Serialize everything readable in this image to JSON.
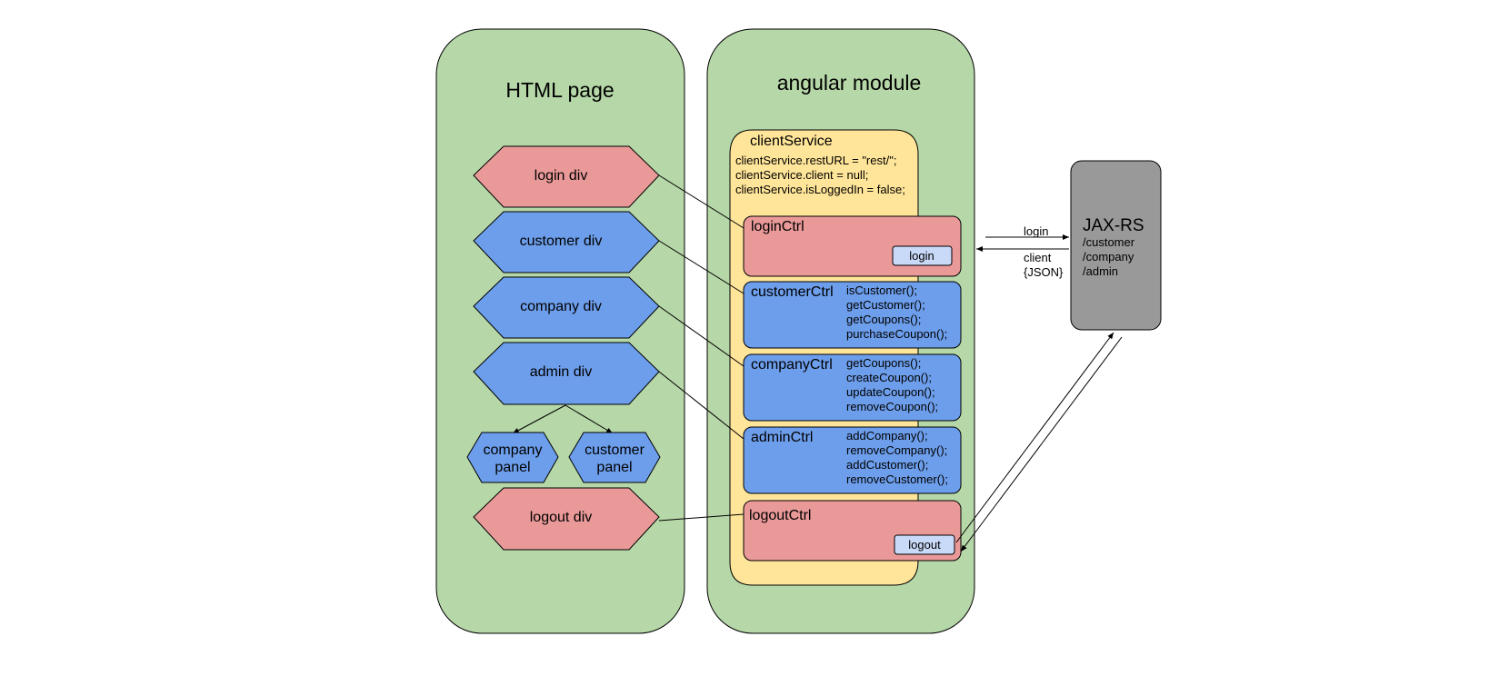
{
  "html_page": {
    "title": "HTML page",
    "login_div": "login div",
    "customer_div": "customer div",
    "company_div": "company div",
    "admin_div": "admin div",
    "company_panel": [
      "company",
      "panel"
    ],
    "customer_panel": [
      "customer",
      "panel"
    ],
    "logout_div": "logout div"
  },
  "angular_module": {
    "title": "angular module",
    "client_service": {
      "title": "clientService",
      "lines": [
        "clientService.restURL =  \"rest/\";",
        "clientService.client =  null;",
        "clientService.isLoggedIn =  false;"
      ]
    },
    "login_ctrl": {
      "title": "loginCtrl",
      "button": "login"
    },
    "customer_ctrl": {
      "title": "customerCtrl",
      "methods": [
        "isCustomer();",
        "getCustomer();",
        "getCoupons();",
        "purchaseCoupon();"
      ]
    },
    "company_ctrl": {
      "title": "companyCtrl",
      "methods": [
        "getCoupons();",
        "createCoupon();",
        "updateCoupon();",
        "removeCoupon();"
      ]
    },
    "admin_ctrl": {
      "title": "adminCtrl",
      "methods": [
        "addCompany();",
        "removeCompany();",
        "addCustomer();",
        "removeCustomer();"
      ]
    },
    "logout_ctrl": {
      "title": "logoutCtrl",
      "button": "logout"
    }
  },
  "arrows": {
    "login_label": "login",
    "response_label": [
      "client",
      "{JSON}"
    ]
  },
  "jax_rs": {
    "title": "JAX-RS",
    "paths": [
      "/customer",
      "/company",
      "/admin"
    ]
  }
}
